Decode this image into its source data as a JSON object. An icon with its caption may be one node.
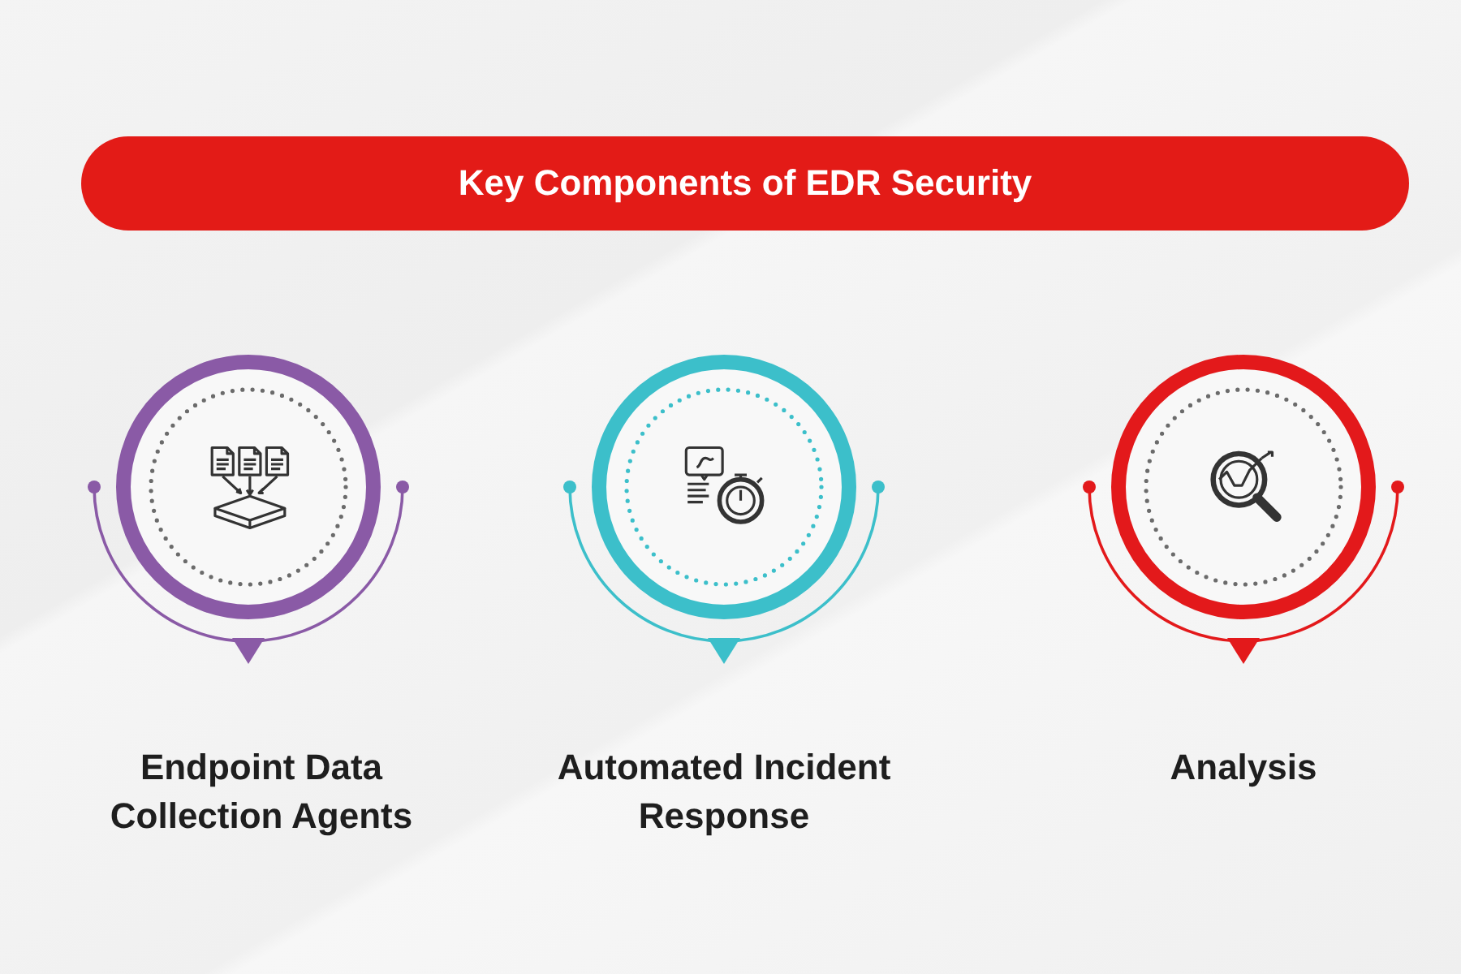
{
  "diagram": {
    "title": "Key Components of EDR Security",
    "nodes": [
      {
        "text": [
          "Endpoint Data Collection Agents"
        ]
      },
      {
        "text": [
          "Automated Incident Response"
        ]
      },
      {
        "text": [
          "Analysis"
        ]
      }
    ]
  }
}
